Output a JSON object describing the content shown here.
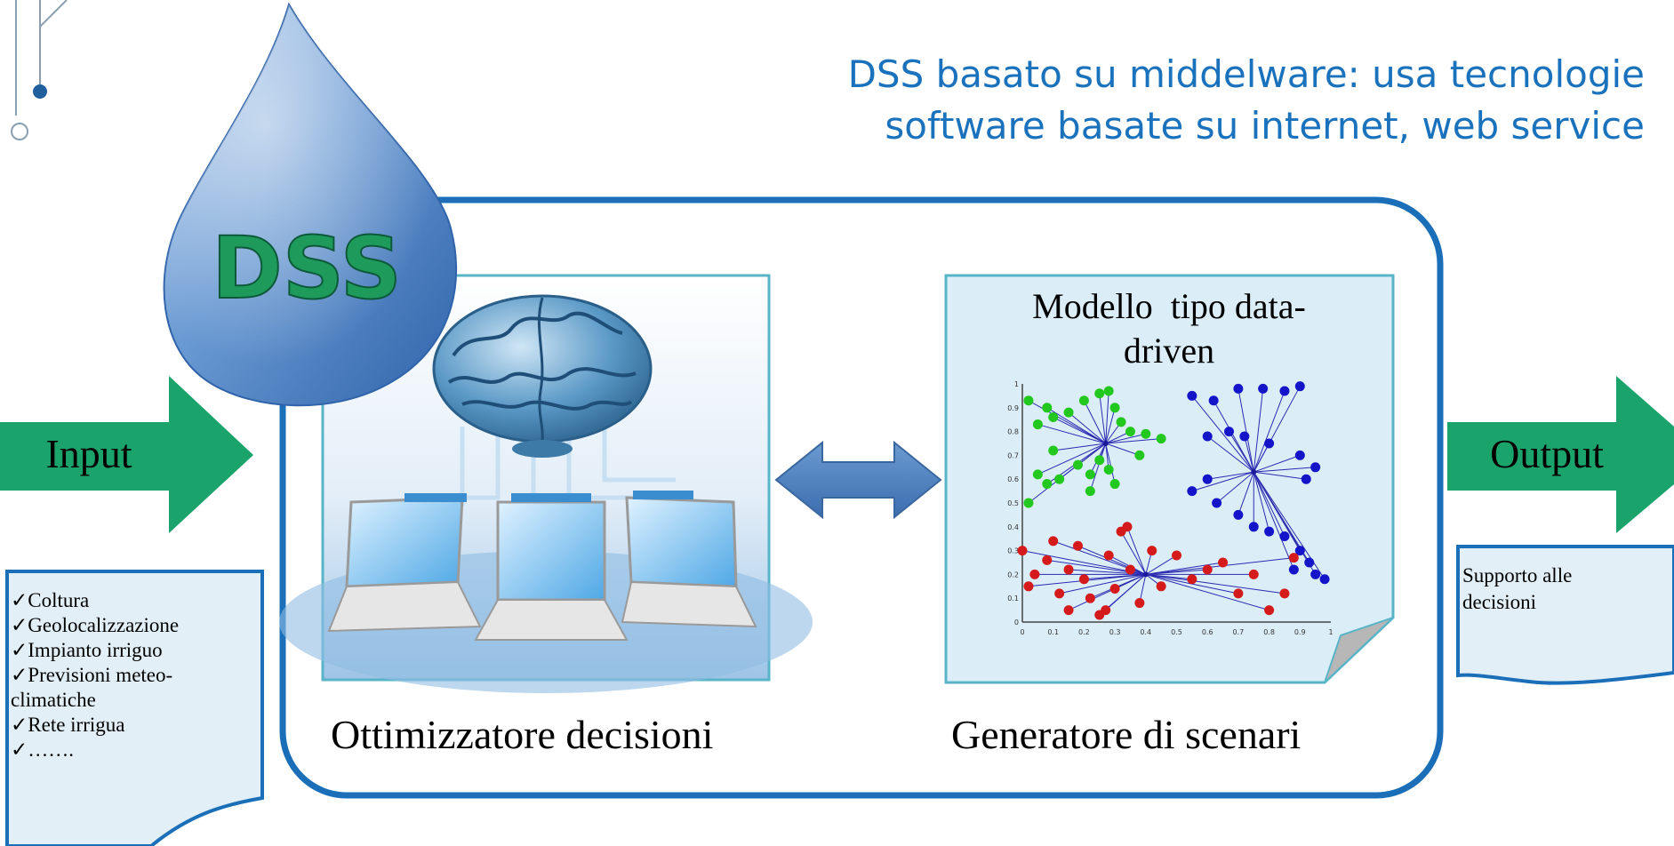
{
  "title": {
    "line1": "DSS basato su middelware: usa tecnologie",
    "line2": "software basate su internet, web service"
  },
  "logo": {
    "text": "DSS",
    "fill": "#1e9a5a",
    "drop_color": "#5f8fc8"
  },
  "input": {
    "label": "Input",
    "list": [
      "✓Coltura",
      "✓Geolocalizzazione",
      "✓Impianto irriguo",
      "✓Previsioni meteo-",
      "climatiche",
      "✓Rete irrigua",
      "✓……."
    ]
  },
  "output": {
    "label": "Output",
    "note": "Supporto alle decisioni"
  },
  "optimizer": {
    "caption": "Ottimizzatore decisioni"
  },
  "generator": {
    "caption": "Generatore di scenari",
    "card_title_line1": "Modello  tipo data-",
    "card_title_line2": "driven"
  },
  "scatter": {
    "type": "scatter",
    "x_ticks": [
      "0",
      "0.1",
      "0.2",
      "0.3",
      "0.4",
      "0.5",
      "0.6",
      "0.7",
      "0.8",
      "0.9",
      "1"
    ],
    "y_ticks": [
      "0",
      "0.1",
      "0.2",
      "0.3",
      "0.4",
      "0.5",
      "0.6",
      "0.7",
      "0.8",
      "0.9",
      "1"
    ],
    "xlim": [
      0,
      1
    ],
    "ylim": [
      0,
      1
    ],
    "clusters": [
      {
        "color": "#22c81e",
        "center": [
          0.27,
          0.75
        ],
        "points": [
          [
            0.02,
            0.93
          ],
          [
            0.05,
            0.83
          ],
          [
            0.08,
            0.9
          ],
          [
            0.1,
            0.86
          ],
          [
            0.15,
            0.88
          ],
          [
            0.2,
            0.93
          ],
          [
            0.25,
            0.96
          ],
          [
            0.28,
            0.97
          ],
          [
            0.3,
            0.9
          ],
          [
            0.32,
            0.84
          ],
          [
            0.35,
            0.8
          ],
          [
            0.4,
            0.79
          ],
          [
            0.45,
            0.77
          ],
          [
            0.1,
            0.72
          ],
          [
            0.05,
            0.62
          ],
          [
            0.02,
            0.5
          ],
          [
            0.12,
            0.6
          ],
          [
            0.18,
            0.66
          ],
          [
            0.22,
            0.62
          ],
          [
            0.25,
            0.68
          ],
          [
            0.28,
            0.64
          ],
          [
            0.3,
            0.58
          ],
          [
            0.22,
            0.55
          ],
          [
            0.08,
            0.58
          ],
          [
            0.38,
            0.7
          ]
        ]
      },
      {
        "color": "#1414c8",
        "center": [
          0.75,
          0.63
        ],
        "points": [
          [
            0.55,
            0.95
          ],
          [
            0.62,
            0.93
          ],
          [
            0.7,
            0.98
          ],
          [
            0.78,
            0.98
          ],
          [
            0.85,
            0.97
          ],
          [
            0.9,
            0.99
          ],
          [
            0.6,
            0.78
          ],
          [
            0.67,
            0.8
          ],
          [
            0.72,
            0.78
          ],
          [
            0.8,
            0.75
          ],
          [
            0.9,
            0.7
          ],
          [
            0.95,
            0.65
          ],
          [
            0.92,
            0.6
          ],
          [
            0.6,
            0.6
          ],
          [
            0.55,
            0.55
          ],
          [
            0.63,
            0.5
          ],
          [
            0.7,
            0.45
          ],
          [
            0.75,
            0.4
          ],
          [
            0.8,
            0.38
          ],
          [
            0.85,
            0.36
          ],
          [
            0.9,
            0.3
          ],
          [
            0.93,
            0.25
          ],
          [
            0.95,
            0.2
          ],
          [
            0.98,
            0.18
          ],
          [
            0.88,
            0.22
          ]
        ]
      },
      {
        "color": "#d41a1a",
        "center": [
          0.4,
          0.2
        ],
        "points": [
          [
            0.0,
            0.3
          ],
          [
            0.04,
            0.2
          ],
          [
            0.08,
            0.26
          ],
          [
            0.1,
            0.34
          ],
          [
            0.12,
            0.12
          ],
          [
            0.15,
            0.22
          ],
          [
            0.18,
            0.32
          ],
          [
            0.2,
            0.18
          ],
          [
            0.22,
            0.1
          ],
          [
            0.25,
            0.03
          ],
          [
            0.27,
            0.05
          ],
          [
            0.28,
            0.28
          ],
          [
            0.3,
            0.14
          ],
          [
            0.32,
            0.38
          ],
          [
            0.34,
            0.4
          ],
          [
            0.35,
            0.22
          ],
          [
            0.38,
            0.08
          ],
          [
            0.42,
            0.3
          ],
          [
            0.45,
            0.15
          ],
          [
            0.5,
            0.28
          ],
          [
            0.55,
            0.18
          ],
          [
            0.6,
            0.22
          ],
          [
            0.65,
            0.25
          ],
          [
            0.7,
            0.12
          ],
          [
            0.75,
            0.2
          ],
          [
            0.8,
            0.05
          ],
          [
            0.85,
            0.12
          ],
          [
            0.88,
            0.27
          ],
          [
            0.02,
            0.15
          ],
          [
            0.15,
            0.05
          ]
        ]
      }
    ]
  }
}
